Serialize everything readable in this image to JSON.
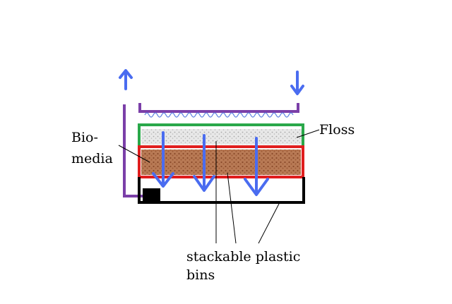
{
  "labels": {
    "floss": "Floss",
    "biomedia_line1": "Bio-",
    "biomedia_line2": "media",
    "bins_line1": "stackable plastic",
    "bins_line2": "bins"
  },
  "colors": {
    "flow_arrow": "#4a6cf0",
    "water_path": "#7b3fa8",
    "floss_bin": "#2aa84a",
    "biomedia_bin": "#e01e1e",
    "bottom_bin": "#000000",
    "biomedia_fill": "#a05a32",
    "floss_fill": "#c0c0c0",
    "leader_line": "#000000"
  }
}
